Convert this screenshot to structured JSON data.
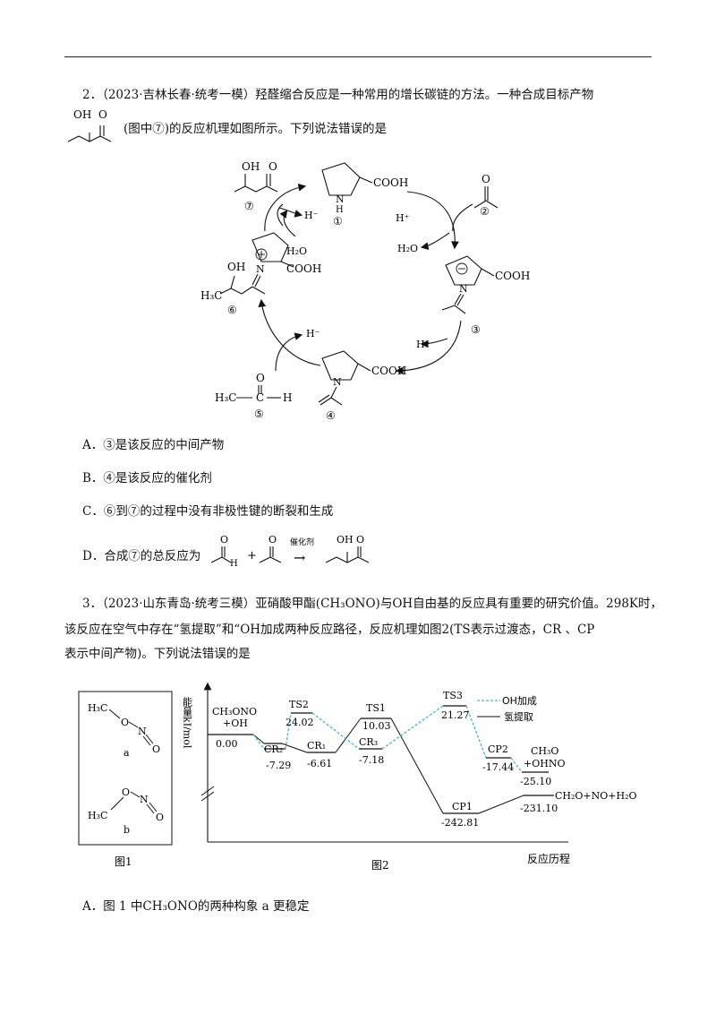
{
  "q2": {
    "number": "2．",
    "source": "（2023·吉林长春·统考一模）",
    "stem_line1": "羟醛缩合反应是一种常用的增长碳链的方法。一种合成目标产物",
    "stem_line2": "(图中⑦)的反应机理如图所示。下列说法错误的是",
    "mech": {
      "oh": "OH",
      "o": "O",
      "cooh": "COOH",
      "nh": "N",
      "h_atom": "H",
      "h_minus": "H⁻",
      "h_plus": "H⁺",
      "h2o": "H₂O",
      "h3c": "H₃C",
      "c": "C",
      "n": "N",
      "plus": "⊕",
      "lbl1": "①",
      "lbl2": "②",
      "lbl3": "③",
      "lbl4": "④",
      "lbl5": "⑤",
      "lbl6": "⑥",
      "lbl7": "⑦"
    },
    "choices": {
      "a": "A．③是该反应的中间产物",
      "b": "B．④是该反应的催化剂",
      "c": "C．⑥到⑦的过程中没有非极性键的断裂和生成",
      "d": "D．合成⑦的总反应为",
      "d_plus": "+",
      "d_catalyst": "催化剂",
      "d_arrow": "→"
    }
  },
  "q3": {
    "number": "3．",
    "source": "（2023·山东青岛·统考三模）",
    "stem_a": "亚硝酸甲酯(",
    "formula": "CH₃ONO",
    "stem_b": ")与OH自由基的反应具有重要的研究价值。298K时，",
    "line2": "该反应在空气中存在“氢提取”和“OH加成两种反应路径，反应机理如图2(TS表示过渡态，CR 、CP",
    "line3": "表示中间产物)。下列说法错误的是",
    "fig1": {
      "caption": "图1",
      "h3c": "H₃C",
      "o": "O",
      "n": "N",
      "label_a": "a",
      "label_b": "b"
    },
    "fig2": {
      "caption": "图2",
      "ylabel": "能量kJ/mol",
      "xlabel": "反应历程",
      "legend_dashed": "OH加成",
      "legend_solid": "氢提取",
      "start_top": "CH₃ONO",
      "start_bottom": "+OH",
      "levels": {
        "v0": "0.00",
        "cr2": "CR₂",
        "v_cr2": "-7.29",
        "ts2": "TS2",
        "v_ts2": "24.02",
        "cr1": "CR₁",
        "v_cr1": "-6.61",
        "ts1": "TS1",
        "v_ts1": "10.03",
        "cr3": "CR₃",
        "v_cr3": "-7.18",
        "ts3": "TS3",
        "v_ts3": "21.27",
        "cp2": "CP2",
        "v_cp2": "-17.44",
        "prod2_top": "CH₃O",
        "prod2_bottom": "+OHNO",
        "v_prod2": "-25.10",
        "cp1": "CP1",
        "v_cp1": "-242.81",
        "v_prod1": "-231.10",
        "prod1": "CH₂O+NO+H₂O"
      }
    },
    "choices": {
      "a_pre": "A．图 1 中",
      "a_formula": "CH₃ONO",
      "a_post": "的两种构象 a 更稳定"
    }
  }
}
